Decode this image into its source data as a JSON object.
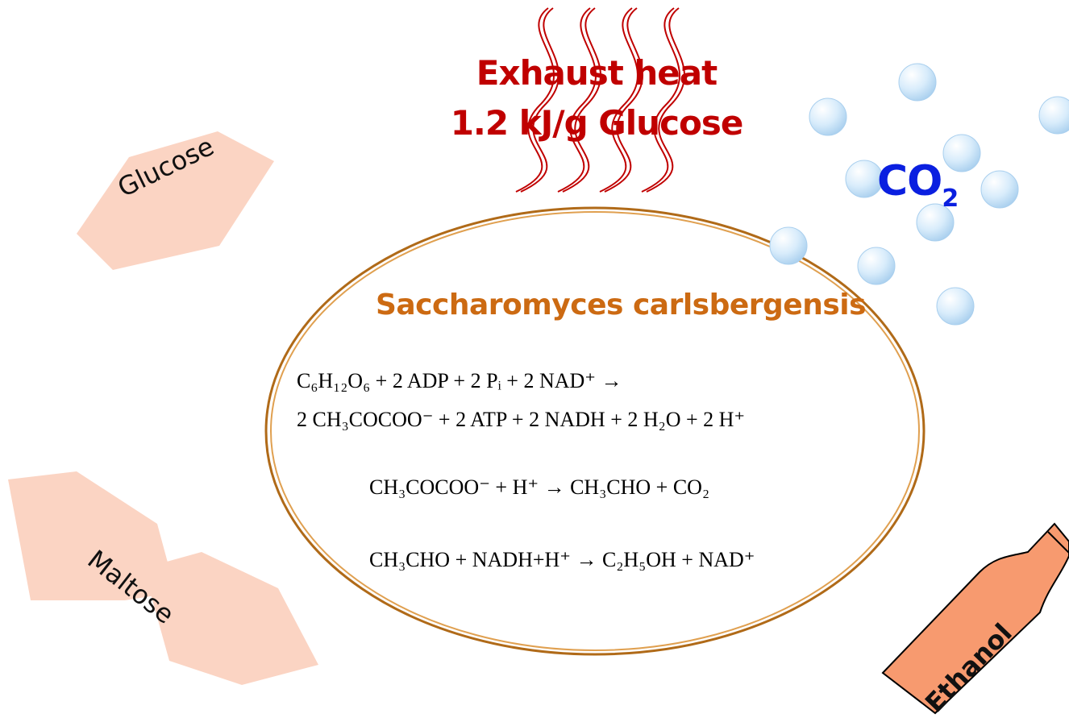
{
  "exhaust_heat": {
    "line1": "Exhaust heat",
    "line2": "1.2 kJ/g Glucose"
  },
  "organism": "Saccharomyces carlsbergensis",
  "co2": {
    "main": "CO",
    "subscript": "2"
  },
  "glucose_label": "Glucose",
  "maltose_label": "Maltose",
  "ethanol_label": "Ethanol",
  "equations": {
    "eq1_line1": "C₆H₁₂O₆ + 2 ADP + 2 Pᵢ + 2 NAD⁺ →",
    "eq1_line2": "2 CH₃COCOO⁻ + 2 ATP + 2 NADH + 2 H₂O + 2 H⁺",
    "eq2": "CH₃COCOO⁻ + H⁺ → CH₃CHO + CO₂",
    "eq3": "CH₃CHO + NADH+H⁺ → C₂H₅OH + NAD⁺"
  },
  "colors": {
    "heat_red": "#c00000",
    "organism_orange": "#cc6a12",
    "co2_blue": "#0a1fe0",
    "sugar_fill": "#fbd4c3",
    "bottle_fill": "#f79a6f",
    "ellipse_stroke": "#b06a18",
    "bubble_fill": "#cfe8fa"
  },
  "icons": [
    "heat-wave-icon",
    "co2-bubble-icon",
    "glucose-hexagon",
    "maltose-hexagon",
    "ethanol-bottle"
  ]
}
